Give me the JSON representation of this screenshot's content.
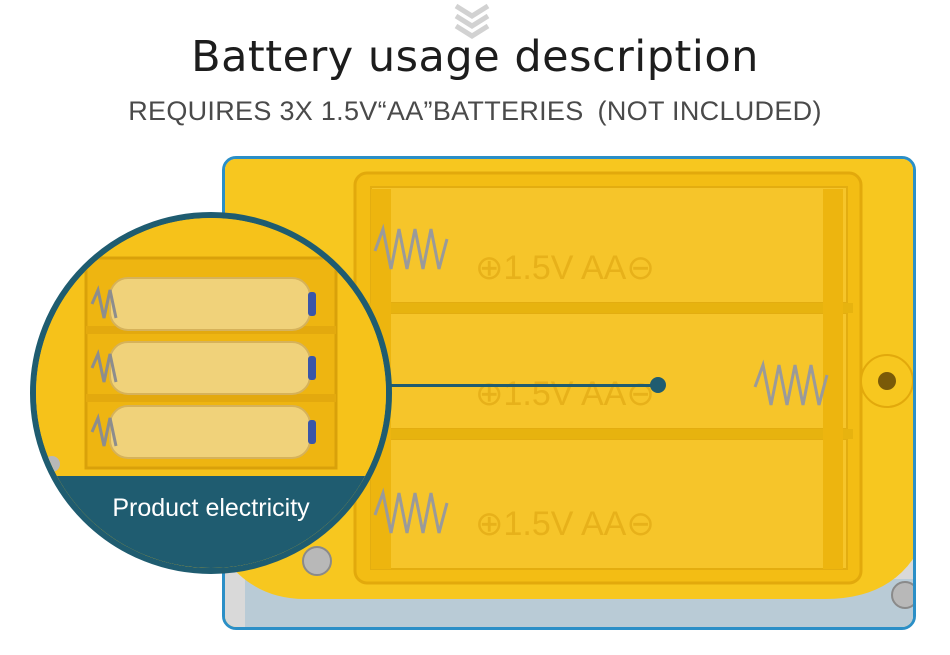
{
  "header": {
    "chevron_icon": "triple-chevron-down-icon",
    "title": "Battery usage description",
    "subtitle_main": "REQUIRES 3X 1.5V“AA”BATTERIES",
    "subtitle_note": "(NOT INCLUDED)"
  },
  "photo": {
    "compartment_markings": [
      "⊕1.5V AA⊖",
      "⊕1.5V AA⊖",
      "⊕1.5V AA⊖"
    ]
  },
  "callout": {
    "label": "Product electricity"
  },
  "colors": {
    "accent": "#1f5c70",
    "frame": "#2b8fc7",
    "plastic": "#f6c21a",
    "battery": "#f0d27a"
  }
}
